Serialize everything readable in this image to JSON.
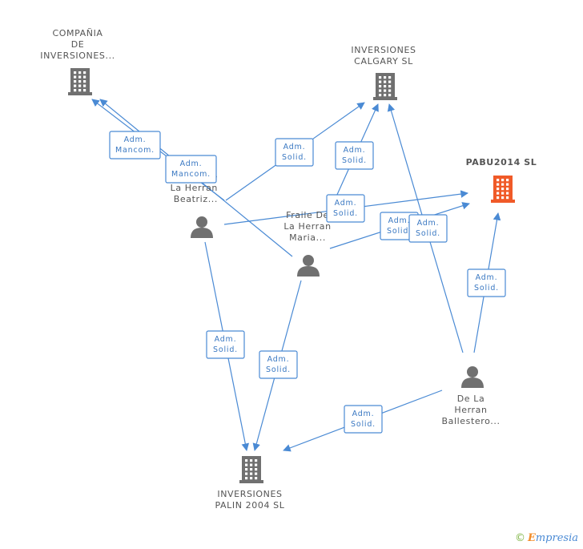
{
  "nodes": [
    {
      "id": "compania",
      "type": "company",
      "label": [
        "COMPAÑIA",
        "DE",
        "INVERSIONES..."
      ],
      "color": "#707070",
      "icon": "building-icon"
    },
    {
      "id": "calgary",
      "type": "company",
      "label": [
        "INVERSIONES",
        "CALGARY SL"
      ],
      "color": "#707070",
      "icon": "building-icon"
    },
    {
      "id": "pabu",
      "type": "company",
      "label": [
        "PABU2014 SL"
      ],
      "color": "#f05a28",
      "icon": "building-icon",
      "focus": true
    },
    {
      "id": "palin",
      "type": "company",
      "label": [
        "INVERSIONES",
        "PALIN 2004 SL"
      ],
      "color": "#707070",
      "icon": "building-icon"
    },
    {
      "id": "beatriz",
      "type": "person",
      "label": [
        "e",
        "La Herran",
        "Beatriz..."
      ],
      "color": "#707070",
      "icon": "person-icon"
    },
    {
      "id": "maria",
      "type": "person",
      "label": [
        "Fraile De",
        "La Herran",
        "Maria..."
      ],
      "color": "#707070",
      "icon": "person-icon"
    },
    {
      "id": "ballestero",
      "type": "person",
      "label": [
        "De La",
        "Herran",
        "Ballestero..."
      ],
      "color": "#707070",
      "icon": "person-icon"
    }
  ],
  "edges": [
    {
      "from": "beatriz",
      "to": "compania",
      "label": [
        "Adm.",
        "Mancom."
      ]
    },
    {
      "from": "maria",
      "to": "compania",
      "label": [
        "Adm.",
        "Mancom."
      ]
    },
    {
      "from": "beatriz",
      "to": "calgary",
      "label": [
        "Adm.",
        "Solid."
      ]
    },
    {
      "from": "maria",
      "to": "calgary",
      "label": [
        "Adm.",
        "Solid."
      ]
    },
    {
      "from": "beatriz",
      "to": "pabu",
      "label": [
        "Adm.",
        "Solid."
      ]
    },
    {
      "from": "maria",
      "to": "pabu",
      "label": [
        "Adm.",
        "Solid."
      ]
    },
    {
      "from": "ballestero",
      "to": "calgary",
      "label": [
        "Adm.",
        "Solid."
      ]
    },
    {
      "from": "ballestero",
      "to": "pabu",
      "label": [
        "Adm.",
        "Solid."
      ]
    },
    {
      "from": "beatriz",
      "to": "palin",
      "label": [
        "Adm.",
        "Solid."
      ]
    },
    {
      "from": "maria",
      "to": "palin",
      "label": [
        "Adm.",
        "Solid."
      ]
    },
    {
      "from": "ballestero",
      "to": "palin",
      "label": [
        "Adm.",
        "Solid."
      ]
    }
  ],
  "footer": {
    "copyright": "©",
    "brand_initial": "E",
    "brand_rest": "mpresia"
  },
  "colors": {
    "edge": "#4a8ad4",
    "node": "#707070",
    "focus": "#f05a28"
  }
}
